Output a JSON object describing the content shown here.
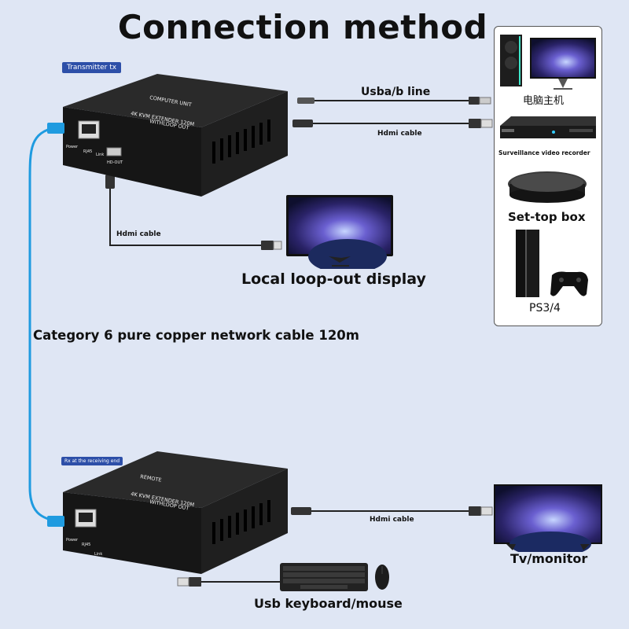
{
  "title": "Connection method",
  "transmitter": {
    "tag": "Transmitter tx",
    "unit_label": "COMPUTER UNIT",
    "model_line1": "4K KVM EXTENDER 120M",
    "model_line2": "WITHLOOP OUT",
    "port_power": "Power",
    "port_rj45": "RJ45",
    "port_link": "Link",
    "port_hdout": "HD-OUT"
  },
  "receiver": {
    "tag": "Rx at the receiving end",
    "unit_label": "REMOTE",
    "model_line1": "4K KVM EXTENDER 120M",
    "model_line2": "WITHLOOP OUT",
    "port_power": "Power",
    "port_rj45": "RJ45",
    "port_link": "Link"
  },
  "cables": {
    "usb_line": "Usba/b line",
    "hdmi_top": "Hdmi cable",
    "hdmi_loop": "Hdmi cable",
    "hdmi_bottom": "Hdmi cable",
    "network": "Category 6 pure copper network cable 120m"
  },
  "sources": {
    "pc": "电脑主机",
    "nvr": "Surveillance video recorder",
    "stb": "Set-top box",
    "ps": "PS3/4"
  },
  "outputs": {
    "local_display": "Local loop-out display",
    "tv": "Tv/monitor",
    "keyboard_mouse": "Usb keyboard/mouse"
  },
  "colors": {
    "background": "#dfe6f4",
    "device_body": "#1b1b1b",
    "network_cable": "#1f9be0",
    "tag": "#2d4fa8"
  }
}
